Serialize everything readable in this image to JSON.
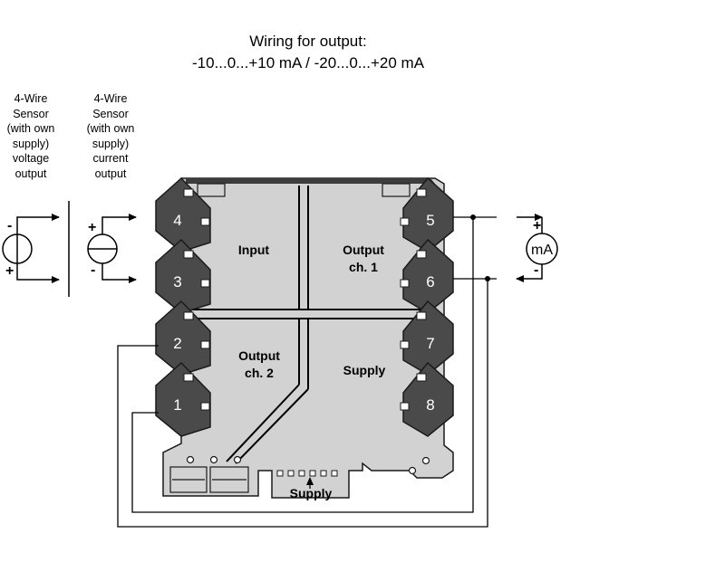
{
  "title": {
    "line1": "Wiring for output:",
    "line2": "-10...0...+10 mA  /  -20...0...+20 mA"
  },
  "sensors": [
    {
      "label": "4-Wire\nSensor\n(with own\nsupply)\nvoltage\noutput",
      "symbol": "voltage-source-icon",
      "polarity_top": "-",
      "polarity_bottom": "+"
    },
    {
      "label": "4-Wire\nSensor\n(with own\nsupply)\ncurrent\noutput",
      "symbol": "current-source-icon",
      "polarity_top": "+",
      "polarity_bottom": "-"
    }
  ],
  "terminals": {
    "t4": "4",
    "t3": "3",
    "t2": "2",
    "t1": "1",
    "t5": "5",
    "t6": "6",
    "t7": "7",
    "t8": "8"
  },
  "sections": {
    "input": "Input",
    "output_ch1_line1": "Output",
    "output_ch1_line2": "ch. 1",
    "output_ch2_line1": "Output",
    "output_ch2_line2": "ch. 2",
    "supply": "Supply"
  },
  "bottom_supply_label": "Supply",
  "meter": {
    "unit": "mA",
    "plus": "+",
    "minus": "-"
  },
  "colors": {
    "housing": "#d2d2d2",
    "terminal": "#4a4a4a",
    "outline": "#1a1a1a",
    "terminal_text": "#ffffff"
  }
}
